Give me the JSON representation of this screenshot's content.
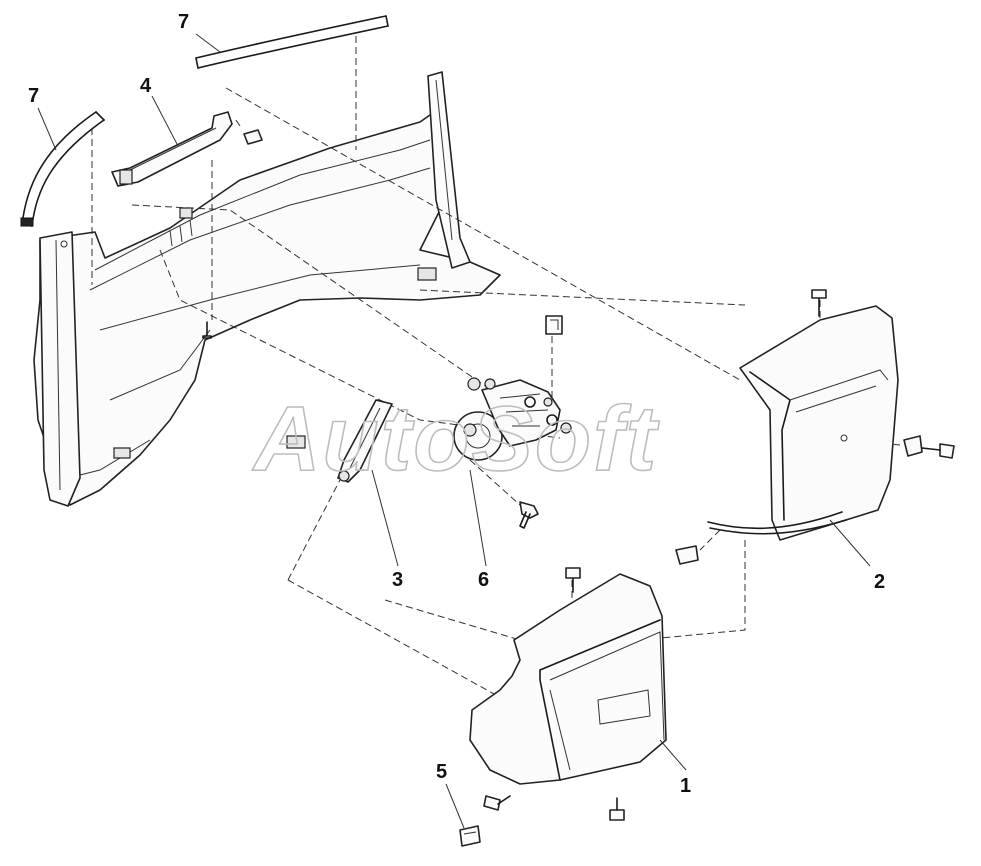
{
  "watermark": "AutoSoft",
  "callouts": {
    "one": "1",
    "two": "2",
    "three": "3",
    "four": "4",
    "five": "5",
    "six": "6",
    "seven_top": "7",
    "seven_left": "7"
  }
}
